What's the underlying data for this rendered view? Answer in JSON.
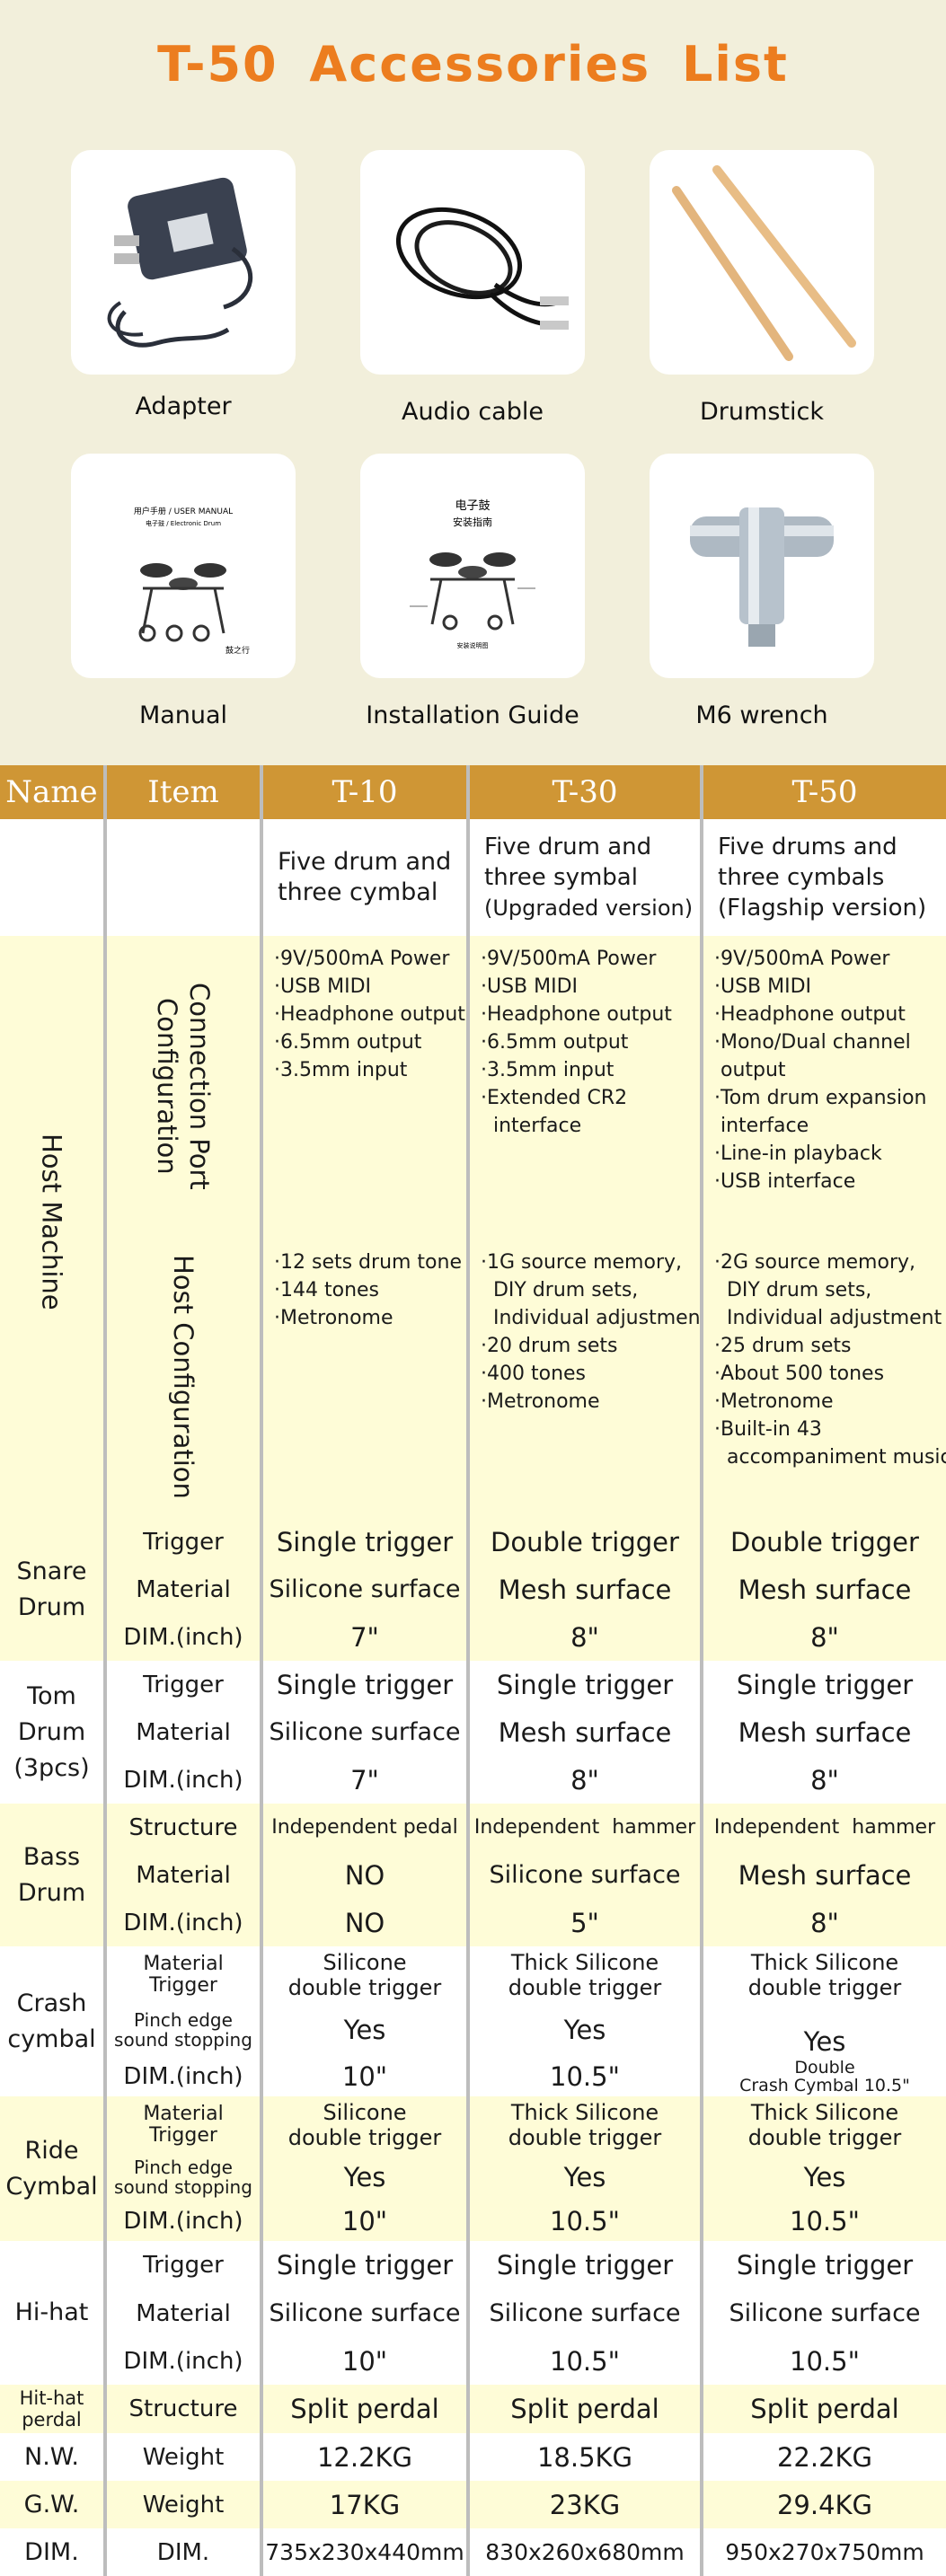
{
  "title": "T-50  Accessories  List",
  "accessories": [
    {
      "label": "Adapter",
      "icon": "adapter-icon"
    },
    {
      "label": "Audio cable",
      "icon": "audio-cable-icon"
    },
    {
      "label": "Drumstick",
      "icon": "drumstick-icon"
    },
    {
      "label": "Manual",
      "icon": "manual-icon"
    },
    {
      "label": "Installation  Guide",
      "icon": "installation-guide-icon"
    },
    {
      "label": "M6 wrench",
      "icon": "m6-wrench-icon"
    }
  ],
  "manual_doc": {
    "heading": "用户手册 / USER MANUAL",
    "subheading": "电子鼓 / Electronic Drum",
    "footer": "鼓之行"
  },
  "guide_doc": {
    "heading_1": "电子鼓",
    "heading_2": "安装指南",
    "footer": "安装说明图"
  },
  "table": {
    "headers": [
      "Name",
      "Item",
      "T-10",
      "T-30",
      "T-50"
    ],
    "desc": {
      "t10": [
        "Five drum and",
        "three cymbal"
      ],
      "t30": [
        "Five drum and",
        "three symbal",
        "(Upgraded version)"
      ],
      "t50": [
        "Five drums and",
        "three cymbals",
        "(Flagship version)"
      ]
    },
    "host": {
      "name": "Host Machine",
      "conn_label_1": "Connection Port",
      "conn_label_2": "Configuration",
      "conn_t10": [
        "·9V/500mA Power",
        "·USB MIDI",
        "·Headphone output",
        "·6.5mm output",
        "·3.5mm input"
      ],
      "conn_t30": [
        "·9V/500mA Power",
        "·USB MIDI",
        "·Headphone output",
        "·6.5mm output",
        "·3.5mm input",
        "·Extended CR2",
        "  interface"
      ],
      "conn_t50": [
        "·9V/500mA Power",
        "·USB MIDI",
        "·Headphone output",
        "·Mono/Dual channel",
        " output",
        "·Tom drum expansion",
        " interface",
        "·Line-in playback",
        "·USB interface"
      ],
      "cfg_label": "Host Configuration",
      "cfg_t10": [
        "·12 sets drum tone",
        "·144 tones",
        "·Metronome"
      ],
      "cfg_t30": [
        "·1G source memory,",
        "  DIY drum sets,",
        "  Individual adjustment",
        "·20 drum sets",
        "·400 tones",
        "·Metronome"
      ],
      "cfg_t50": [
        "·2G source memory,",
        "  DIY drum sets,",
        "  Individual adjustment",
        "·25 drum sets",
        "·About 500 tones",
        "·Metronome",
        "·Built-in 43",
        "  accompaniment music"
      ]
    },
    "snare": {
      "name_1": "Snare",
      "name_2": "Drum",
      "rows": [
        {
          "item": "Trigger",
          "t10": "Single trigger",
          "t30": "Double trigger",
          "t50": "Double trigger"
        },
        {
          "item": "Material",
          "t10": "Silicone surface",
          "t30": "Mesh surface",
          "t50": "Mesh surface"
        },
        {
          "item": "DIM.(inch)",
          "t10": "7\"",
          "t30": "8\"",
          "t50": "8\""
        }
      ]
    },
    "tom": {
      "name_1": "Tom",
      "name_2": "Drum",
      "name_3": "(3pcs)",
      "rows": [
        {
          "item": "Trigger",
          "t10": "Single trigger",
          "t30": "Single trigger",
          "t50": "Single trigger"
        },
        {
          "item": "Material",
          "t10": "Silicone surface",
          "t30": "Mesh surface",
          "t50": "Mesh surface"
        },
        {
          "item": "DIM.(inch)",
          "t10": "7\"",
          "t30": "8\"",
          "t50": "8\""
        }
      ]
    },
    "bass": {
      "name_1": "Bass",
      "name_2": "Drum",
      "rows": [
        {
          "item": "Structure",
          "t10": "Independent pedal",
          "t30": "Independent  hammer",
          "t50": "Independent  hammer"
        },
        {
          "item": "Material",
          "t10": "NO",
          "t30": "Silicone surface",
          "t50": "Mesh surface"
        },
        {
          "item": "DIM.(inch)",
          "t10": "NO",
          "t30": "5\"",
          "t50": "8\""
        }
      ]
    },
    "crash": {
      "name_1": "Crash",
      "name_2": "cymbal",
      "mat_item_1": "Material",
      "mat_item_2": "Trigger",
      "mat_t10_1": "Silicone",
      "mat_t10_2": "double trigger",
      "mat_t30_1": "Thick Silicone",
      "mat_t30_2": "double trigger",
      "mat_t50_1": "Thick Silicone",
      "mat_t50_2": "double trigger",
      "pinch_item_1": "Pinch edge",
      "pinch_item_2": "sound stopping",
      "pinch_t10": "Yes",
      "pinch_t30": "Yes",
      "pinch_t50": "Yes",
      "dim_item": "DIM.(inch)",
      "dim_t10": "10\"",
      "dim_t30": "10.5\"",
      "dim_t50_1": "Double",
      "dim_t50_2": "Crash Cymbal 10.5\""
    },
    "ride": {
      "name_1": "Ride",
      "name_2": "Cymbal",
      "mat_item_1": "Material",
      "mat_item_2": "Trigger",
      "mat_t10_1": "Silicone",
      "mat_t10_2": "double trigger",
      "mat_t30_1": "Thick Silicone",
      "mat_t30_2": "double trigger",
      "mat_t50_1": "Thick Silicone",
      "mat_t50_2": "double trigger",
      "pinch_item_1": "Pinch edge",
      "pinch_item_2": "sound stopping",
      "pinch_t10": "Yes",
      "pinch_t30": "Yes",
      "pinch_t50": "Yes",
      "dim_item": "DIM.(inch)",
      "dim_t10": "10\"",
      "dim_t30": "10.5\"",
      "dim_t50": "10.5\""
    },
    "hihat": {
      "name": "Hi-hat",
      "rows": [
        {
          "item": "Trigger",
          "t10": "Single trigger",
          "t30": "Single trigger",
          "t50": "Single trigger"
        },
        {
          "item": "Material",
          "t10": "Silicone surface",
          "t30": "Silicone surface",
          "t50": "Silicone surface"
        },
        {
          "item": "DIM.(inch)",
          "t10": "10\"",
          "t30": "10.5\"",
          "t50": "10.5\""
        }
      ]
    },
    "hihat_pedal": {
      "name_1": "Hit-hat",
      "name_2": "perdal",
      "item": "Structure",
      "t10": "Split perdal",
      "t30": "Split perdal",
      "t50": "Split perdal"
    },
    "nw": {
      "name": "N.W.",
      "item": "Weight",
      "t10": "12.2KG",
      "t30": "18.5KG",
      "t50": "22.2KG"
    },
    "gw": {
      "name": "G.W.",
      "item": "Weight",
      "t10": "17KG",
      "t30": "23KG",
      "t50": "29.4KG"
    },
    "dim": {
      "name": "DIM.",
      "item": "DIM.",
      "t10": "735x230x440mm",
      "t30": "830x260x680mm",
      "t50": "950x270x750mm"
    }
  }
}
